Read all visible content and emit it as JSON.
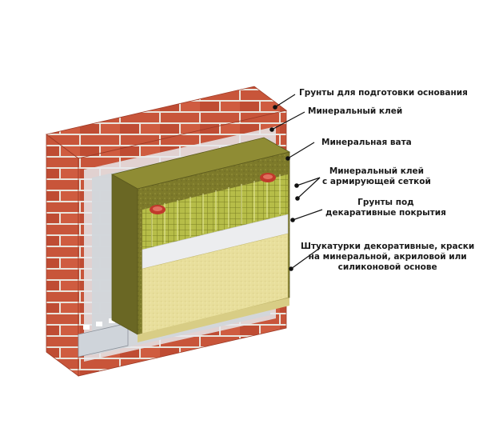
{
  "labels": {
    "primer_base": "Грунты для подготовки основания",
    "mineral_glue": "Минеральный клей",
    "mineral_wool": "Минеральная вата",
    "reinforced_glue": [
      "Минеральный клей",
      "с армирующей сеткой"
    ],
    "primer_decor": [
      "Грунты под",
      "декаративные покрытия"
    ],
    "decor_plaster": [
      "Штукатурки декоративные, краски",
      "на минеральной, акриловой или",
      "силиконовой основе"
    ]
  },
  "colors": {
    "brick": "#c8553a",
    "brick_dark": "#9e3a26",
    "mortar": "#e9e4dc",
    "glue_layer": "#d9dcdf",
    "wool_face": "#7d7a2a",
    "wool_top": "#8f8c34",
    "wool_side": "#6a6724",
    "mesh": "#cfd64a",
    "primer_white": "#ecedef",
    "plaster": "#e8df9c",
    "dowel": "#c0392b",
    "leader": "#111111"
  }
}
